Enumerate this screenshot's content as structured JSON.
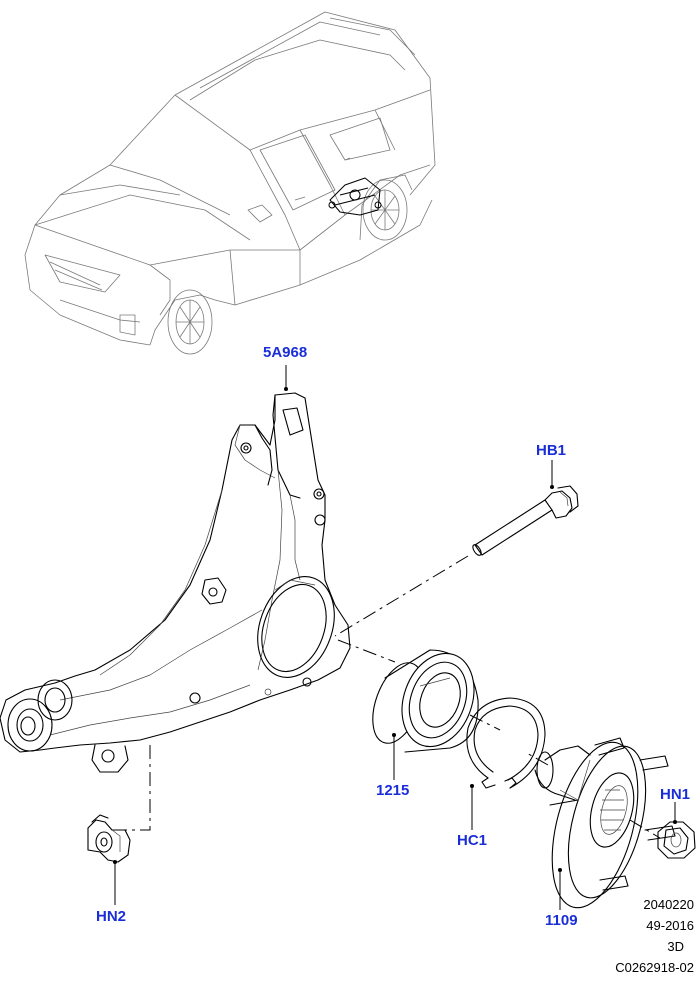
{
  "callouts": {
    "knuckle": "5A968",
    "bolt": "HB1",
    "bearing": "1215",
    "circlip": "HC1",
    "hub": "1109",
    "hub_nut": "HN1",
    "lower_nut": "HN2"
  },
  "reference": {
    "line1": "2040220",
    "line2": "49-2016",
    "line3": "3D",
    "line4": "C0262918-02"
  },
  "colors": {
    "callout": "#1a2ed8",
    "line": "#000000",
    "vehicle": "#7a7a7a"
  }
}
